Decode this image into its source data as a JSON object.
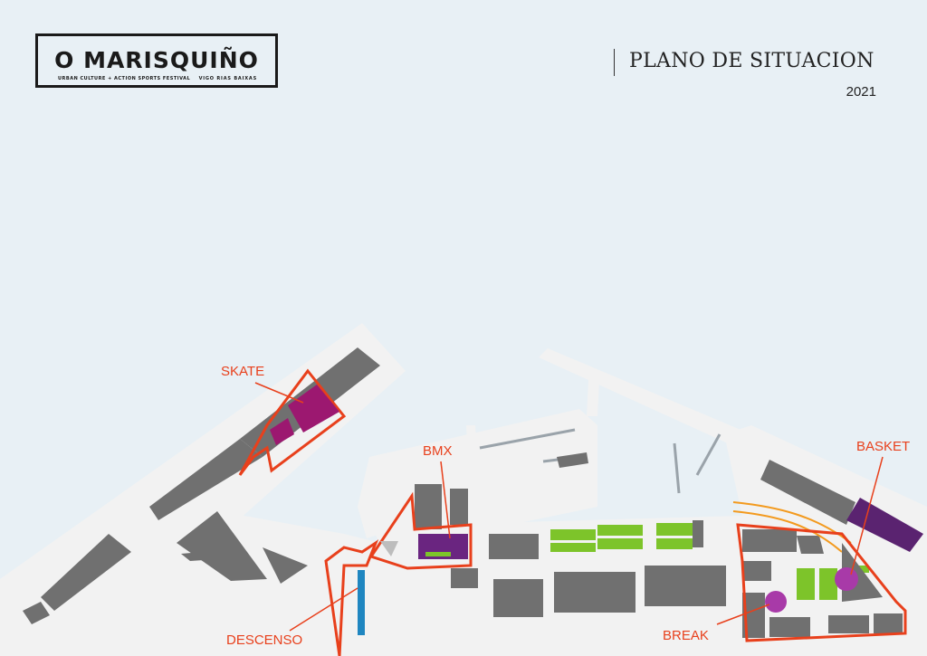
{
  "header": {
    "logo_name": "O MARISQUIÑO",
    "logo_tagline": "URBAN CULTURE + ACTION SPORTS FESTIVAL",
    "logo_location": "VIGO RIAS BAIXAS",
    "title": "PLANO DE SITUACION",
    "year": "2021"
  },
  "colors": {
    "background": "#e8f0f5",
    "land": "#f2f2f2",
    "building": "#707070",
    "zone_outline": "#e8401c",
    "skate_magenta": "#9c1870",
    "purple": "#6a2580",
    "green": "#7dc42a",
    "blue": "#1f86c0",
    "orange_line": "#f39a1e"
  },
  "map": {
    "zones": [
      {
        "id": "skate",
        "label": "SKATE"
      },
      {
        "id": "bmx",
        "label": "BMX"
      },
      {
        "id": "basket",
        "label": "BASKET"
      },
      {
        "id": "descenso",
        "label": "DESCENSO"
      },
      {
        "id": "break",
        "label": "BREAK"
      }
    ]
  }
}
